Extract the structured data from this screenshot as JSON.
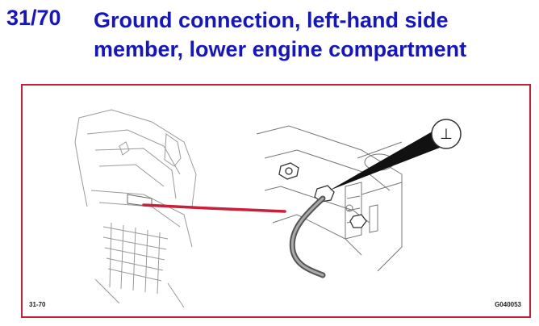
{
  "section": {
    "number": "31/70",
    "title_line1": "Ground connection, left-hand side",
    "title_line2": "member, lower engine compartment"
  },
  "figure": {
    "ref_left": "31-70",
    "ref_right": "G040053",
    "symbol": "⊥",
    "accent_color": "#c8203a",
    "title_color": "#1515c8"
  }
}
